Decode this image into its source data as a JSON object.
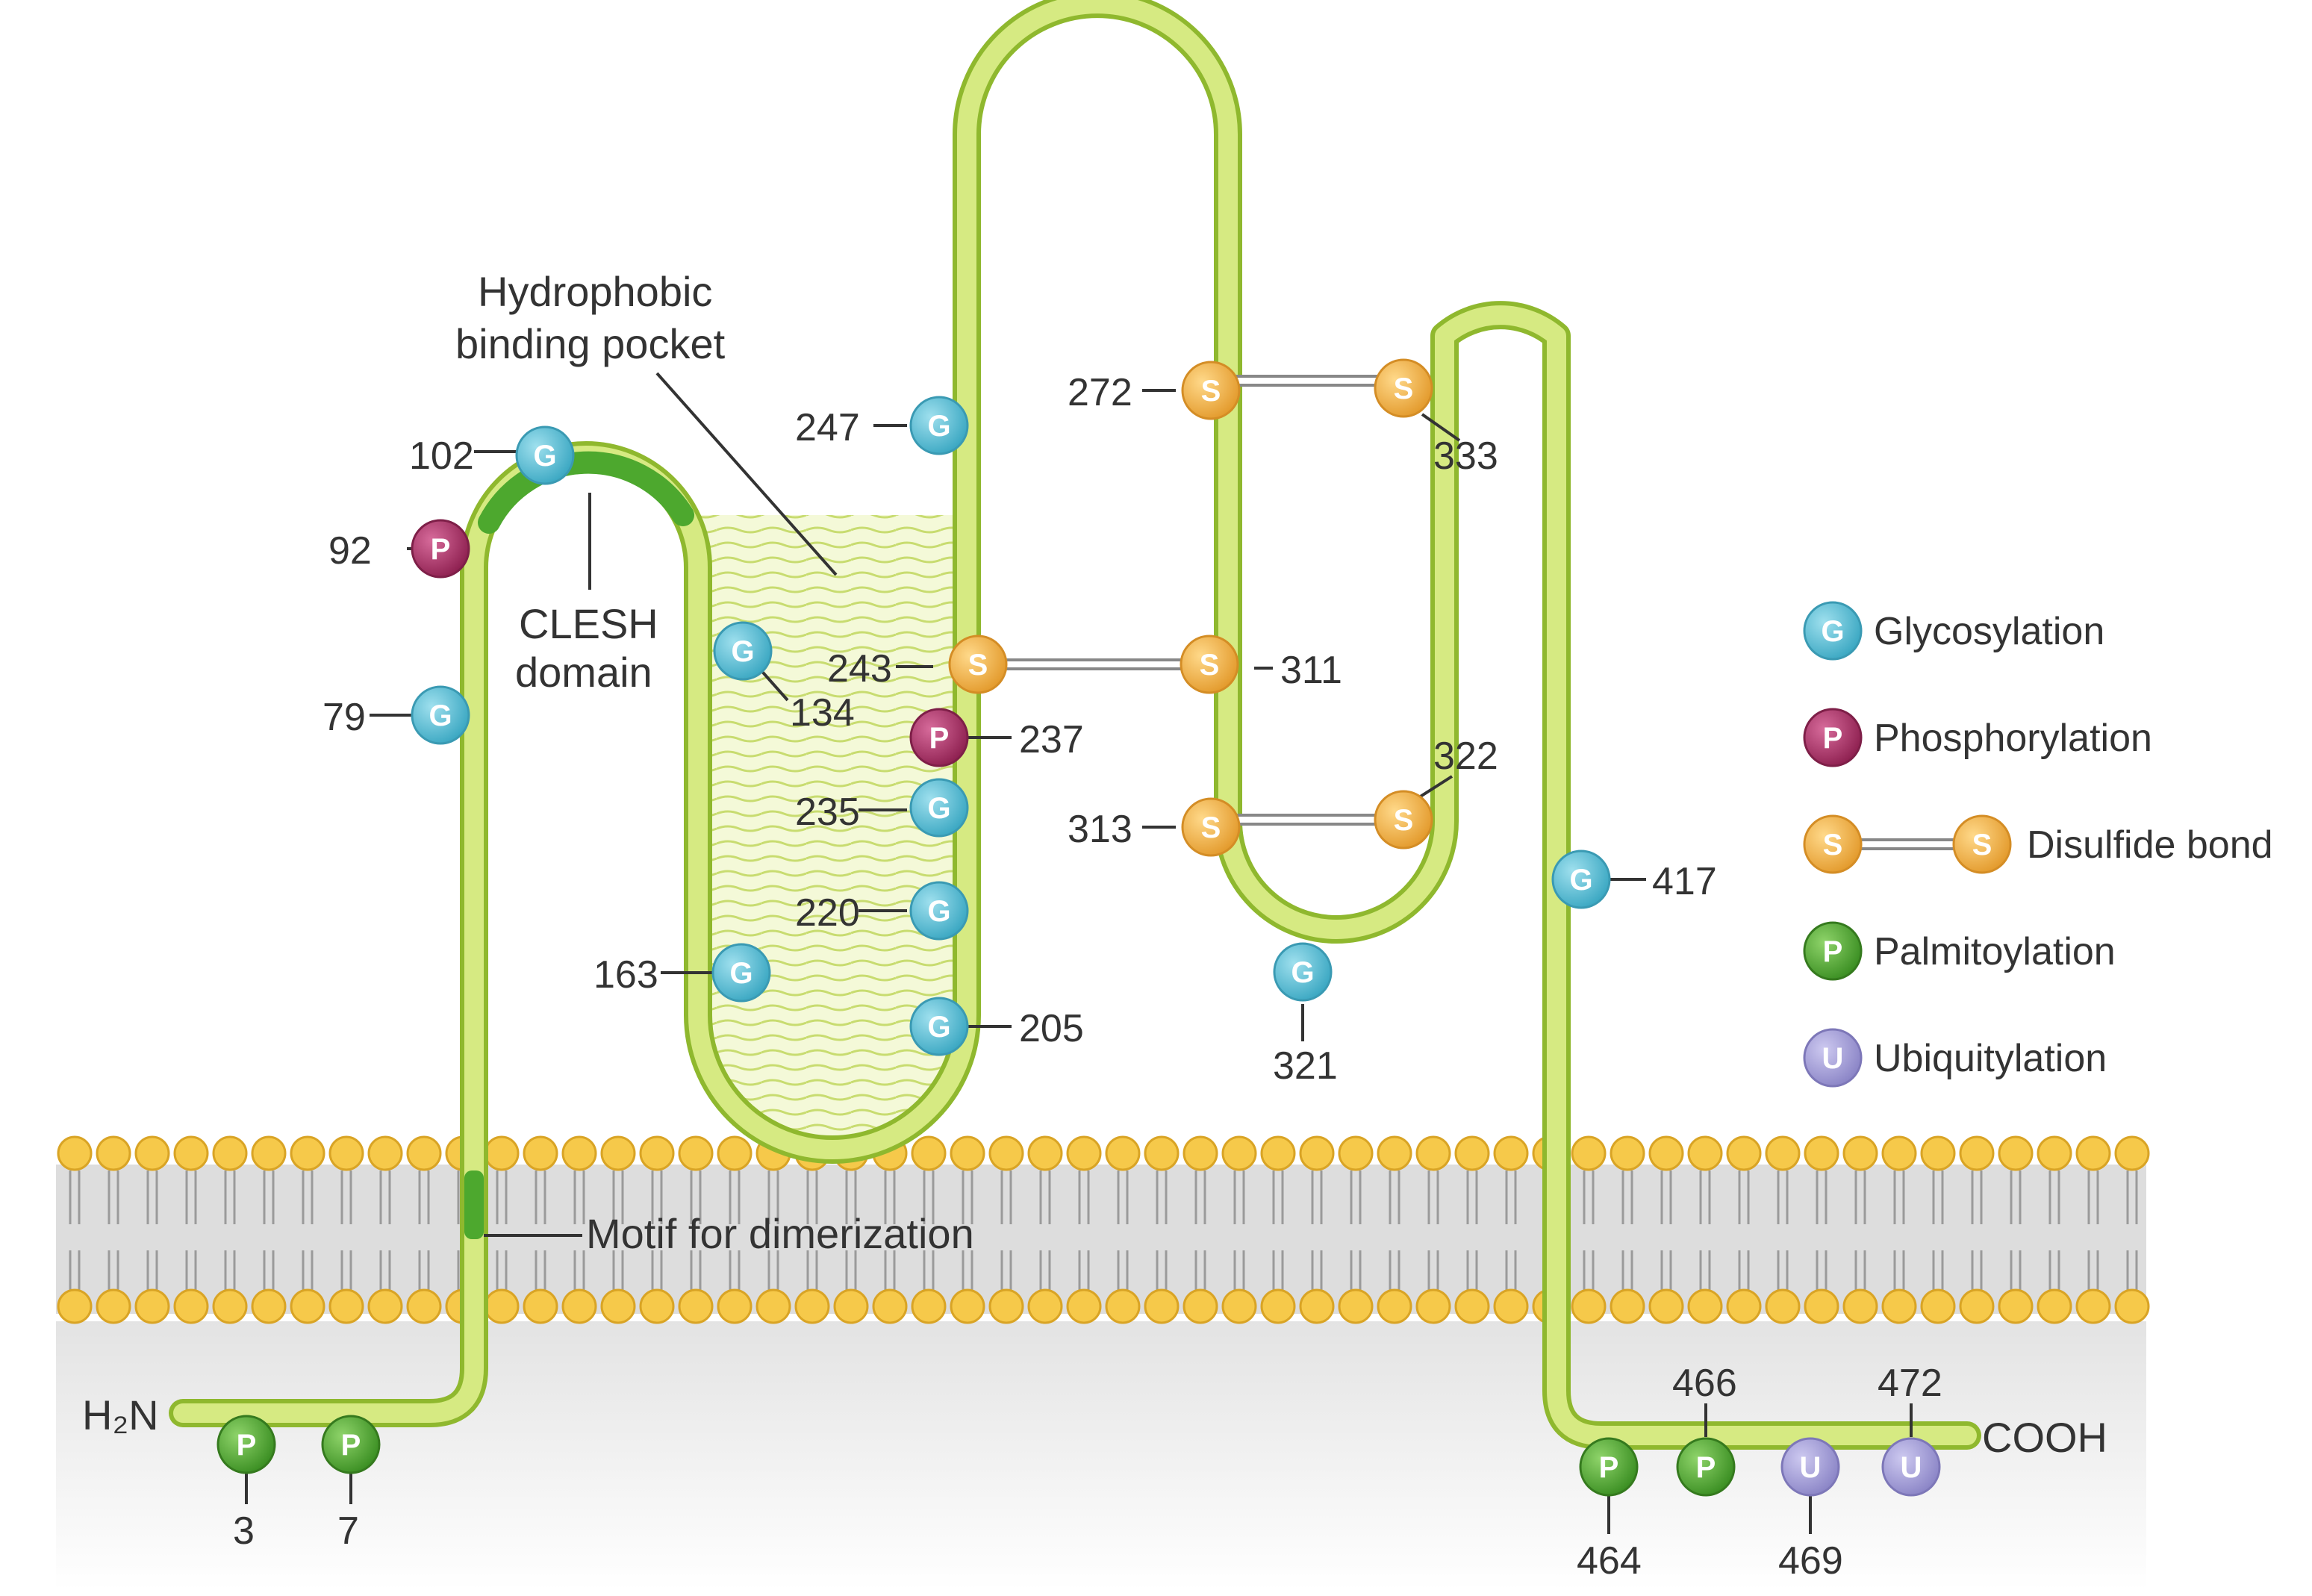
{
  "labels": {
    "terminus_n": "H₂N",
    "terminus_c": "COOH",
    "hydrophobic_pocket_line1": "Hydrophobic",
    "hydrophobic_pocket_line2": "binding pocket",
    "clesh_line1": "CLESH",
    "clesh_line2": "domain",
    "dimerization_motif": "Motif for dimerization"
  },
  "modification_types": {
    "glycosylation": {
      "letter": "G",
      "name": "Glycosylation",
      "color": "#5bbfd4",
      "edge": "#3a9ab3"
    },
    "phosphorylation": {
      "letter": "P",
      "name": "Phosphorylation",
      "color": "#b3336b",
      "edge": "#7e1f48"
    },
    "disulfide": {
      "letter": "S",
      "name": "Disulfide bond",
      "color": "#f2b04b",
      "edge": "#d48d25"
    },
    "palmitoylation": {
      "letter": "P",
      "name": "Palmitoylation",
      "color": "#4da82e",
      "edge": "#357a1e"
    },
    "ubiquitylation": {
      "letter": "U",
      "name": "Ubiquitylation",
      "color": "#a49fd6",
      "edge": "#7d77b8"
    }
  },
  "sites": [
    {
      "type": "glycosylation",
      "residue": "79"
    },
    {
      "type": "phosphorylation",
      "residue": "92"
    },
    {
      "type": "glycosylation",
      "residue": "102"
    },
    {
      "type": "glycosylation",
      "residue": "134"
    },
    {
      "type": "glycosylation",
      "residue": "163"
    },
    {
      "type": "glycosylation",
      "residue": "205"
    },
    {
      "type": "glycosylation",
      "residue": "220"
    },
    {
      "type": "glycosylation",
      "residue": "235"
    },
    {
      "type": "phosphorylation",
      "residue": "237"
    },
    {
      "type": "disulfide",
      "residue": "243"
    },
    {
      "type": "glycosylation",
      "residue": "247"
    },
    {
      "type": "disulfide",
      "residue": "272"
    },
    {
      "type": "disulfide",
      "residue": "311"
    },
    {
      "type": "disulfide",
      "residue": "313"
    },
    {
      "type": "glycosylation",
      "residue": "321"
    },
    {
      "type": "disulfide",
      "residue": "322"
    },
    {
      "type": "disulfide",
      "residue": "333"
    },
    {
      "type": "glycosylation",
      "residue": "417"
    },
    {
      "type": "palmitoylation",
      "residue": "3"
    },
    {
      "type": "palmitoylation",
      "residue": "7"
    },
    {
      "type": "palmitoylation",
      "residue": "464"
    },
    {
      "type": "palmitoylation",
      "residue": "466"
    },
    {
      "type": "ubiquitylation",
      "residue": "469"
    },
    {
      "type": "ubiquitylation",
      "residue": "472"
    }
  ],
  "disulfide_bonds": [
    [
      "272",
      "333"
    ],
    [
      "243",
      "311"
    ],
    [
      "313",
      "322"
    ]
  ],
  "legend": [
    {
      "type": "glycosylation",
      "label": "Glycosylation"
    },
    {
      "type": "phosphorylation",
      "label": "Phosphorylation"
    },
    {
      "type": "disulfide",
      "label": "Disulfide bond"
    },
    {
      "type": "palmitoylation",
      "label": "Palmitoylation"
    },
    {
      "type": "ubiquitylation",
      "label": "Ubiquitylation"
    }
  ],
  "colors": {
    "chain_fill": "#c8e06a",
    "chain_edge": "#8fb82e",
    "motif_dark": "#4da82e",
    "lipid_head": "#f6c94a",
    "lipid_head_edge": "#d9a425",
    "membrane_band": "#dcdcdc"
  }
}
